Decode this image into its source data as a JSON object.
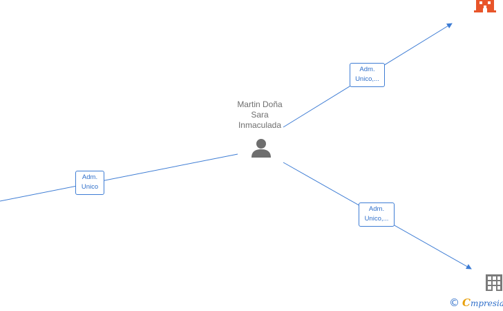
{
  "person": {
    "name_lines": [
      "Martin Doña",
      "Sara",
      "Inmaculada"
    ],
    "icon": "person-icon"
  },
  "edges": [
    {
      "label_lines": [
        "Adm.",
        "Unico"
      ]
    },
    {
      "label_lines": [
        "Adm.",
        "Unico,..."
      ]
    },
    {
      "label_lines": [
        "Adm.",
        "Unico,..."
      ]
    }
  ],
  "companies": [
    {
      "icon": "building-icon",
      "color": "#e8552a"
    },
    {
      "icon": "building-icon",
      "color": "#7a7a7a"
    }
  ],
  "colors": {
    "edge": "#3d7cd4",
    "text": "#6e6e6e",
    "person_icon": "#6e6e6e"
  },
  "footer": {
    "copyright": "©",
    "brand_first": "C",
    "brand_rest": "mpresia"
  }
}
